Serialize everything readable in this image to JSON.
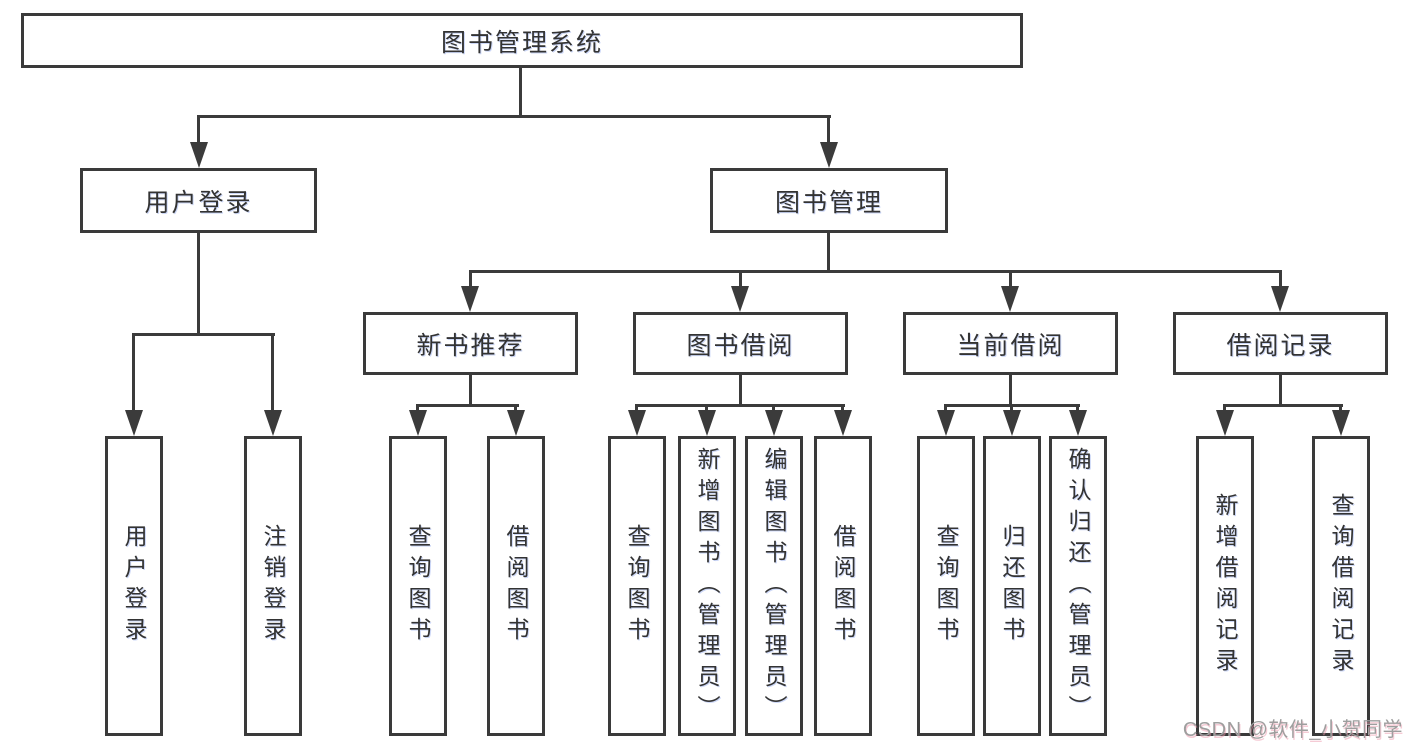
{
  "tree": {
    "label": "图书管理系统",
    "children": [
      {
        "label": "用户登录",
        "children": [
          {
            "label": "用户登录"
          },
          {
            "label": "注销登录"
          }
        ]
      },
      {
        "label": "图书管理",
        "children": [
          {
            "label": "新书推荐",
            "children": [
              {
                "label": "查询图书"
              },
              {
                "label": "借阅图书"
              }
            ]
          },
          {
            "label": "图书借阅",
            "children": [
              {
                "label": "查询图书"
              },
              {
                "label": "新增图书（管理员）"
              },
              {
                "label": "编辑图书（管理员）"
              },
              {
                "label": "借阅图书"
              }
            ]
          },
          {
            "label": "当前借阅",
            "children": [
              {
                "label": "查询图书"
              },
              {
                "label": "归还图书"
              },
              {
                "label": "确认归还（管理员）"
              }
            ]
          },
          {
            "label": "借阅记录",
            "children": [
              {
                "label": "新增借阅记录"
              },
              {
                "label": "查询借阅记录"
              }
            ]
          }
        ]
      }
    ]
  },
  "watermark": "CSDN @软件_小贺同学",
  "colors": {
    "line": "#3b3b3b",
    "text": "#333333",
    "watermark": "#9e9e9e"
  }
}
